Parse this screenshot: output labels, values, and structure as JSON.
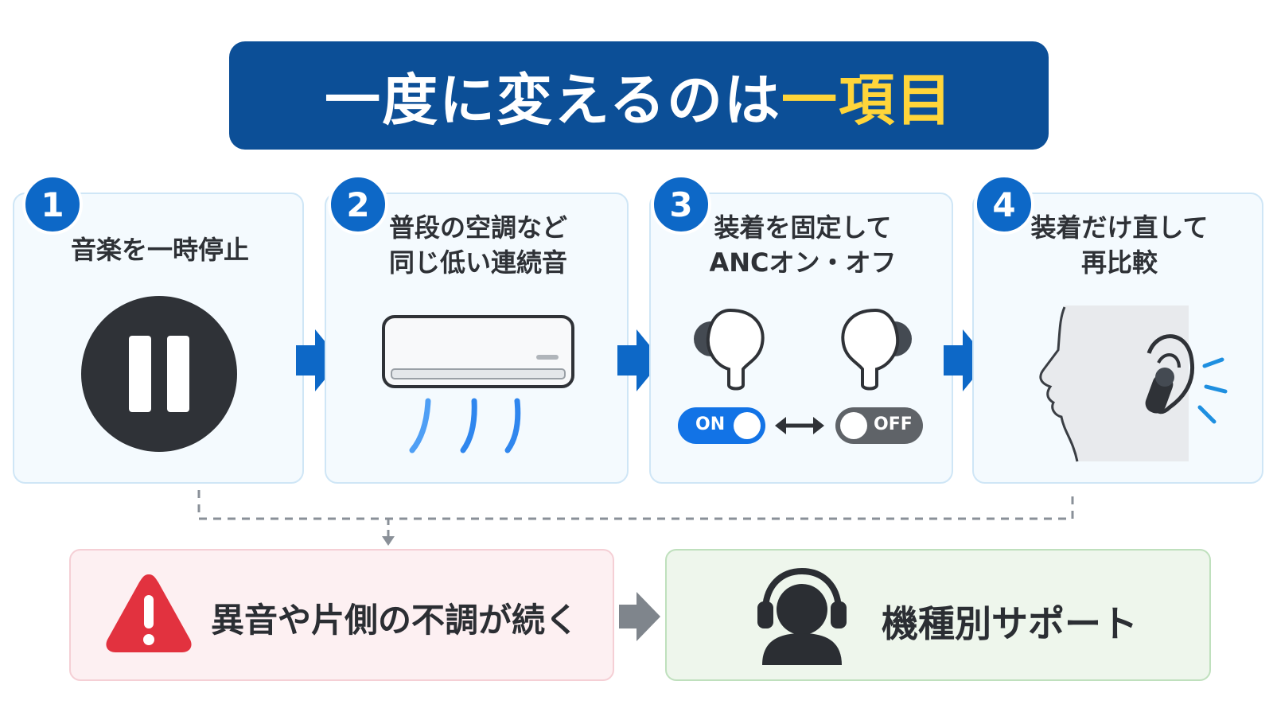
{
  "title": {
    "main": "一度に変えるのは",
    "highlight": "一項目"
  },
  "steps": [
    {
      "number": "1",
      "label_lines": [
        "音楽を一時停止"
      ],
      "icon": "pause-icon"
    },
    {
      "number": "2",
      "label_lines": [
        "普段の空調など",
        "同じ低い連続音"
      ],
      "icon": "air-conditioner-icon"
    },
    {
      "number": "3",
      "label_lines": [
        "装着を固定して",
        "ANCオン・オフ"
      ],
      "icon": "earbuds-icon",
      "toggle_on": "ON",
      "toggle_off": "OFF"
    },
    {
      "number": "4",
      "label_lines": [
        "装着だけ直して",
        "再比較"
      ],
      "icon": "head-ear-earbud-icon"
    }
  ],
  "outcome": {
    "warning_label": "異音や片側の不調が続く",
    "warning_icon": "warning-icon",
    "support_label": "機種別サポート",
    "support_icon": "headset-support-icon"
  },
  "colors": {
    "title_bg": "#0c4f97",
    "title_highlight": "#ffd53a",
    "accent_blue": "#0d68c7",
    "warning_red": "#e2323f",
    "support_dark": "#2b2e33"
  }
}
